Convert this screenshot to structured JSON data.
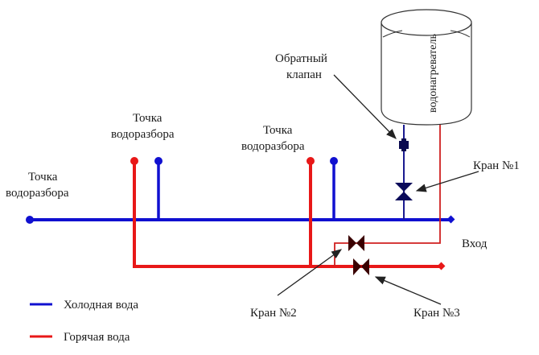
{
  "title": "Схема подключения водонагревателя",
  "colors": {
    "cold": "#1010d0",
    "hot": "#e81818",
    "hot_thin": "#d02020",
    "valve_cold": "#0a0a5a",
    "valve_hot": "#3a0000",
    "arrow": "#222222",
    "tank_stroke": "#333333"
  },
  "labels": {
    "heater": "водонагреватель",
    "check_valve_line1": "Обратный",
    "check_valve_line2": "клапан",
    "tap_point_1_line1": "Точка",
    "tap_point_1_line2": "водоразбора",
    "tap_point_2_line1": "Точка",
    "tap_point_2_line2": "водоразбора",
    "tap_point_3_line1": "Точка",
    "tap_point_3_line2": "водоразбора",
    "valve_1": "Кран №1",
    "valve_2": "Кран №2",
    "valve_3": "Кран №3",
    "inlet": "Вход"
  },
  "legend": [
    {
      "label": "Холодная вода",
      "color": "#1010d0"
    },
    {
      "label": "Горячая вода",
      "color": "#e81818"
    }
  ]
}
